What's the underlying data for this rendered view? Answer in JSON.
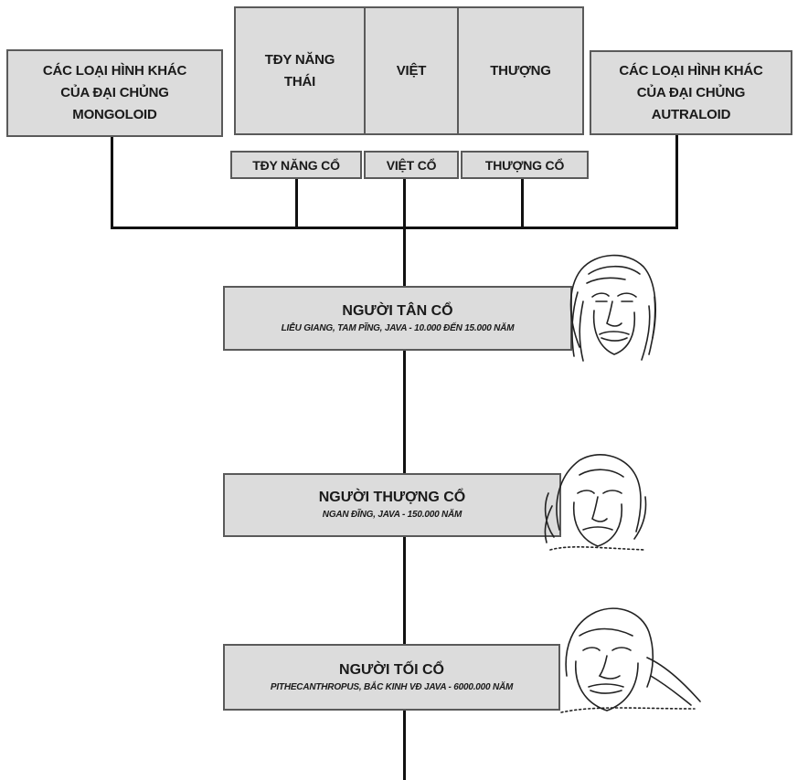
{
  "top_row": {
    "left": "CÁC LOẠI HÌNH KHÁC\nCỦA ĐẠI CHỦNG\nMONGOLOID",
    "tay": "TĐY NĂNG\nTHÁI",
    "viet": "VIỆT",
    "thuong": "THƯỢNG",
    "right": "CÁC LOẠI HÌNH KHÁC\nCỦA ĐẠI CHỦNG\nAUTRALOID"
  },
  "ancient_row": {
    "tay_co": "TĐY NĂNG CỔ",
    "viet_co": "VIỆT CỔ",
    "thuong_co": "THƯỢNG CỔ"
  },
  "stages": [
    {
      "title": "NGƯỜI TÂN CỔ",
      "subtitle": "LIỄU GIANG, TAM PĨNG, JAVA - 10.000 ĐẾN 15.000 NĂM"
    },
    {
      "title": "NGƯỜI THƯỢNG CỔ",
      "subtitle": "NGAN ĐĨNG, JAVA - 150.000 NĂM"
    },
    {
      "title": "NGƯỜI TỐI CỔ",
      "subtitle": "PITHECANTHROPUS, BẮC KINH VĐ JAVA - 6000.000 NĂM"
    }
  ],
  "colors": {
    "box_fill": "#dcdcdc",
    "box_border": "#5a5a5a",
    "line": "#111111"
  },
  "icons": [
    "neo-ancient-man-face",
    "ancient-man-face",
    "primitive-man-face"
  ]
}
